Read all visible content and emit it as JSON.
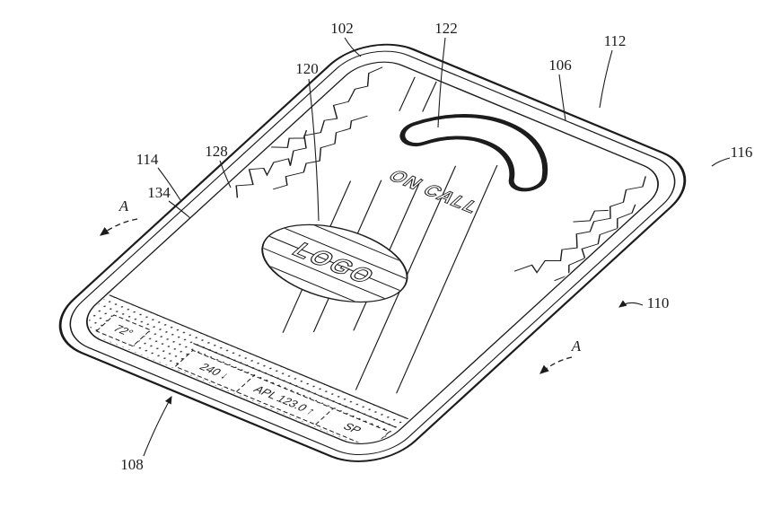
{
  "figure": {
    "background_color": "#ffffff",
    "ink_color": "#1c1c1c"
  },
  "device": {
    "on_call_label": "ON CALL",
    "logo_label": "LOGO",
    "status_band": {
      "temperature": "72°",
      "ticker_cells": [
        "240 ↓",
        "APL 123.0 ↑",
        "SP"
      ]
    }
  },
  "annotations": {
    "section_label": "A",
    "refs": {
      "n102": "102",
      "n106": "106",
      "n108": "108",
      "n110": "110",
      "n112": "112",
      "n114": "114",
      "n116": "116",
      "n120": "120",
      "n122": "122",
      "n128": "128",
      "n134": "134"
    }
  }
}
